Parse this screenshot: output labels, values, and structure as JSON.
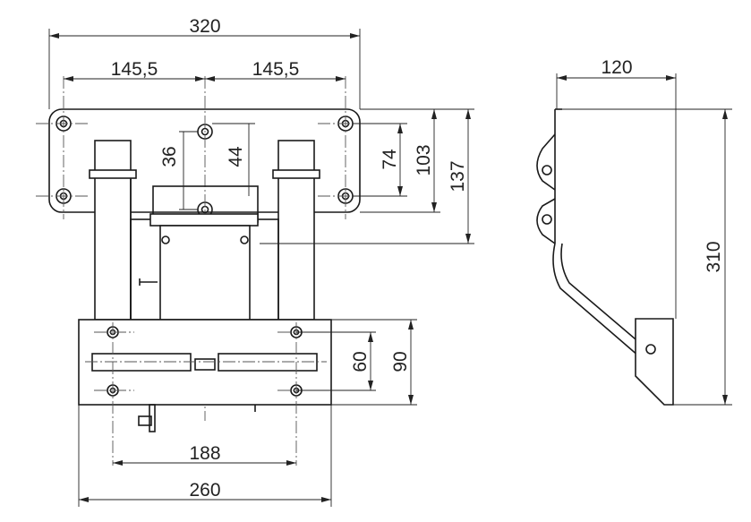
{
  "dimensions": {
    "total_width": "320",
    "left_hole_spacing": "145,5",
    "right_hole_spacing": "145,5",
    "v_36": "36",
    "v_44": "44",
    "v_74": "74",
    "v_103": "103",
    "v_137": "137",
    "side_width": "120",
    "side_height": "310",
    "plate_60": "60",
    "plate_90": "90",
    "plate_holes": "188",
    "plate_width": "260"
  }
}
